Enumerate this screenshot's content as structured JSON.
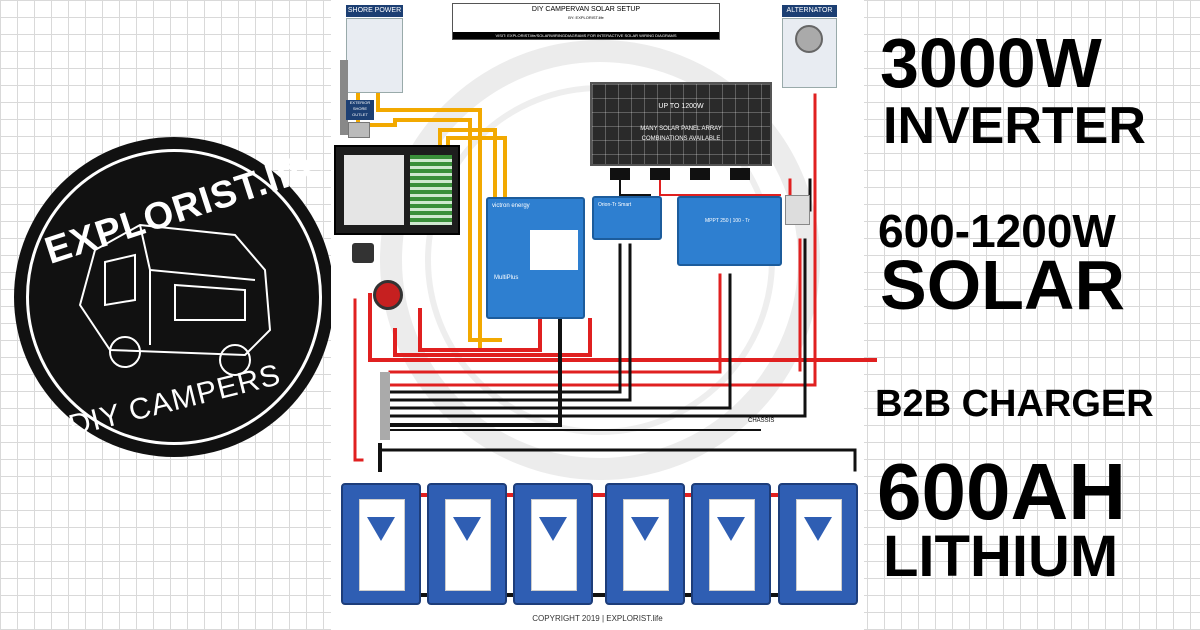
{
  "logo": {
    "title": "EXPLORIST.life",
    "subtitle": "DIY CAMPERS"
  },
  "headline": {
    "inverter_power": "3000W",
    "inverter_label": "INVERTER",
    "solar_power": "600-1200W",
    "solar_label": "SOLAR",
    "b2b_label": "B2B CHARGER",
    "battery_capacity": "600AH",
    "battery_label": "LITHIUM"
  },
  "diagram": {
    "title": "DIY CAMPERVAN SOLAR SETUP",
    "byline": "BY: EXPLORIST.life",
    "url_bar": "VISIT: EXPLORIST.life/SOLARWIRINGDIAGRAMS FOR INTERACTIVE SOLAR WIRING DIAGRAMS",
    "shore_power_label": "SHORE POWER",
    "alternator_label": "ALTERNATOR",
    "exterior_inlet_label": "EXTERIOR SHORE OUTLET",
    "solar_array_line1": "UP TO 1200W",
    "solar_array_line2": "MANY SOLAR PANEL ARRAY",
    "solar_array_line3": "COMBINATIONS AVAILABLE",
    "multiplus_label": "MultiPlus",
    "victron_brand": "victron energy",
    "mppt_label": "MPPT 250 | 100 - Tr",
    "orion_label": "Orion-Tr Smart",
    "chassis_label": "CHASSIS",
    "copyright": "COPYRIGHT 2019 | EXPLORIST.life"
  },
  "colors": {
    "positive_wire": "#e02020",
    "negative_wire": "#111111",
    "ac_wire": "#f2a900",
    "victron_blue": "#2e7fd0",
    "battery_blue": "#2f5eb3"
  }
}
